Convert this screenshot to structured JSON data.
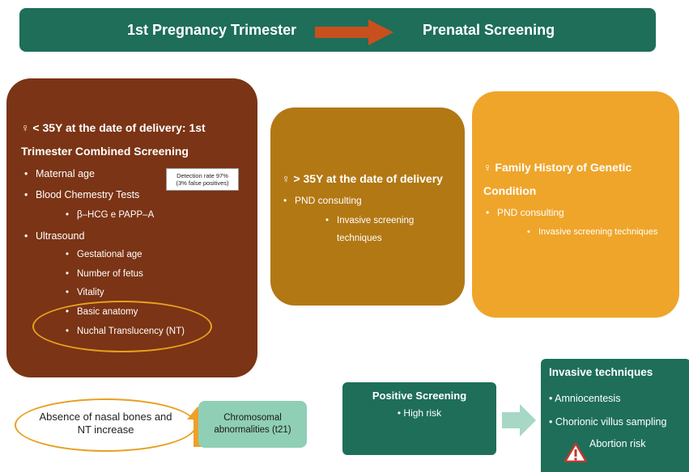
{
  "header": {
    "left_label": "1st Pregnancy Trimester",
    "right_label": "Prenatal Screening",
    "bg_color": "#1e6e5a",
    "arrow_color": "#c8501e"
  },
  "box1": {
    "title_line1": "♀ < 35Y at the date of delivery: 1st",
    "title_line2": "Trimester Combined  Screening",
    "items": [
      "Maternal age",
      "Blood Chemestry Tests",
      "β–HCG e PAPP–A",
      "Ultrasound",
      "Gestational age",
      "Number of  fetus",
      "Vitality",
      "Basic anatomy",
      "Nuchal Translucency (NT)"
    ],
    "note_line1": "Detection rate 97%",
    "note_line2": "(3% false positives)",
    "color": "#7b3415"
  },
  "box2": {
    "title": "♀ > 35Y at the date of delivery",
    "item1": "PND consulting",
    "item2_line1": "Invasive screening",
    "item2_line2": "techniques",
    "color": "#b27814"
  },
  "box3": {
    "title_line1": "♀ Family History of Genetic",
    "title_line2": "Condition",
    "item1": "PND consulting",
    "item2": "Invasive screening techniques",
    "color": "#efa52a"
  },
  "nasal": {
    "line1": "Absence of nasal bones and",
    "line2": "NT increase"
  },
  "chromosomal": {
    "line1": "Chromosomal",
    "line2": "abnormalities (t21)"
  },
  "positive": {
    "title": "Positive Screening",
    "item": "High risk"
  },
  "invasive": {
    "title": "Invasive techniques",
    "items": [
      "Amniocentesis",
      "Chorionic villus sampling"
    ],
    "risk": "Abortion risk"
  }
}
